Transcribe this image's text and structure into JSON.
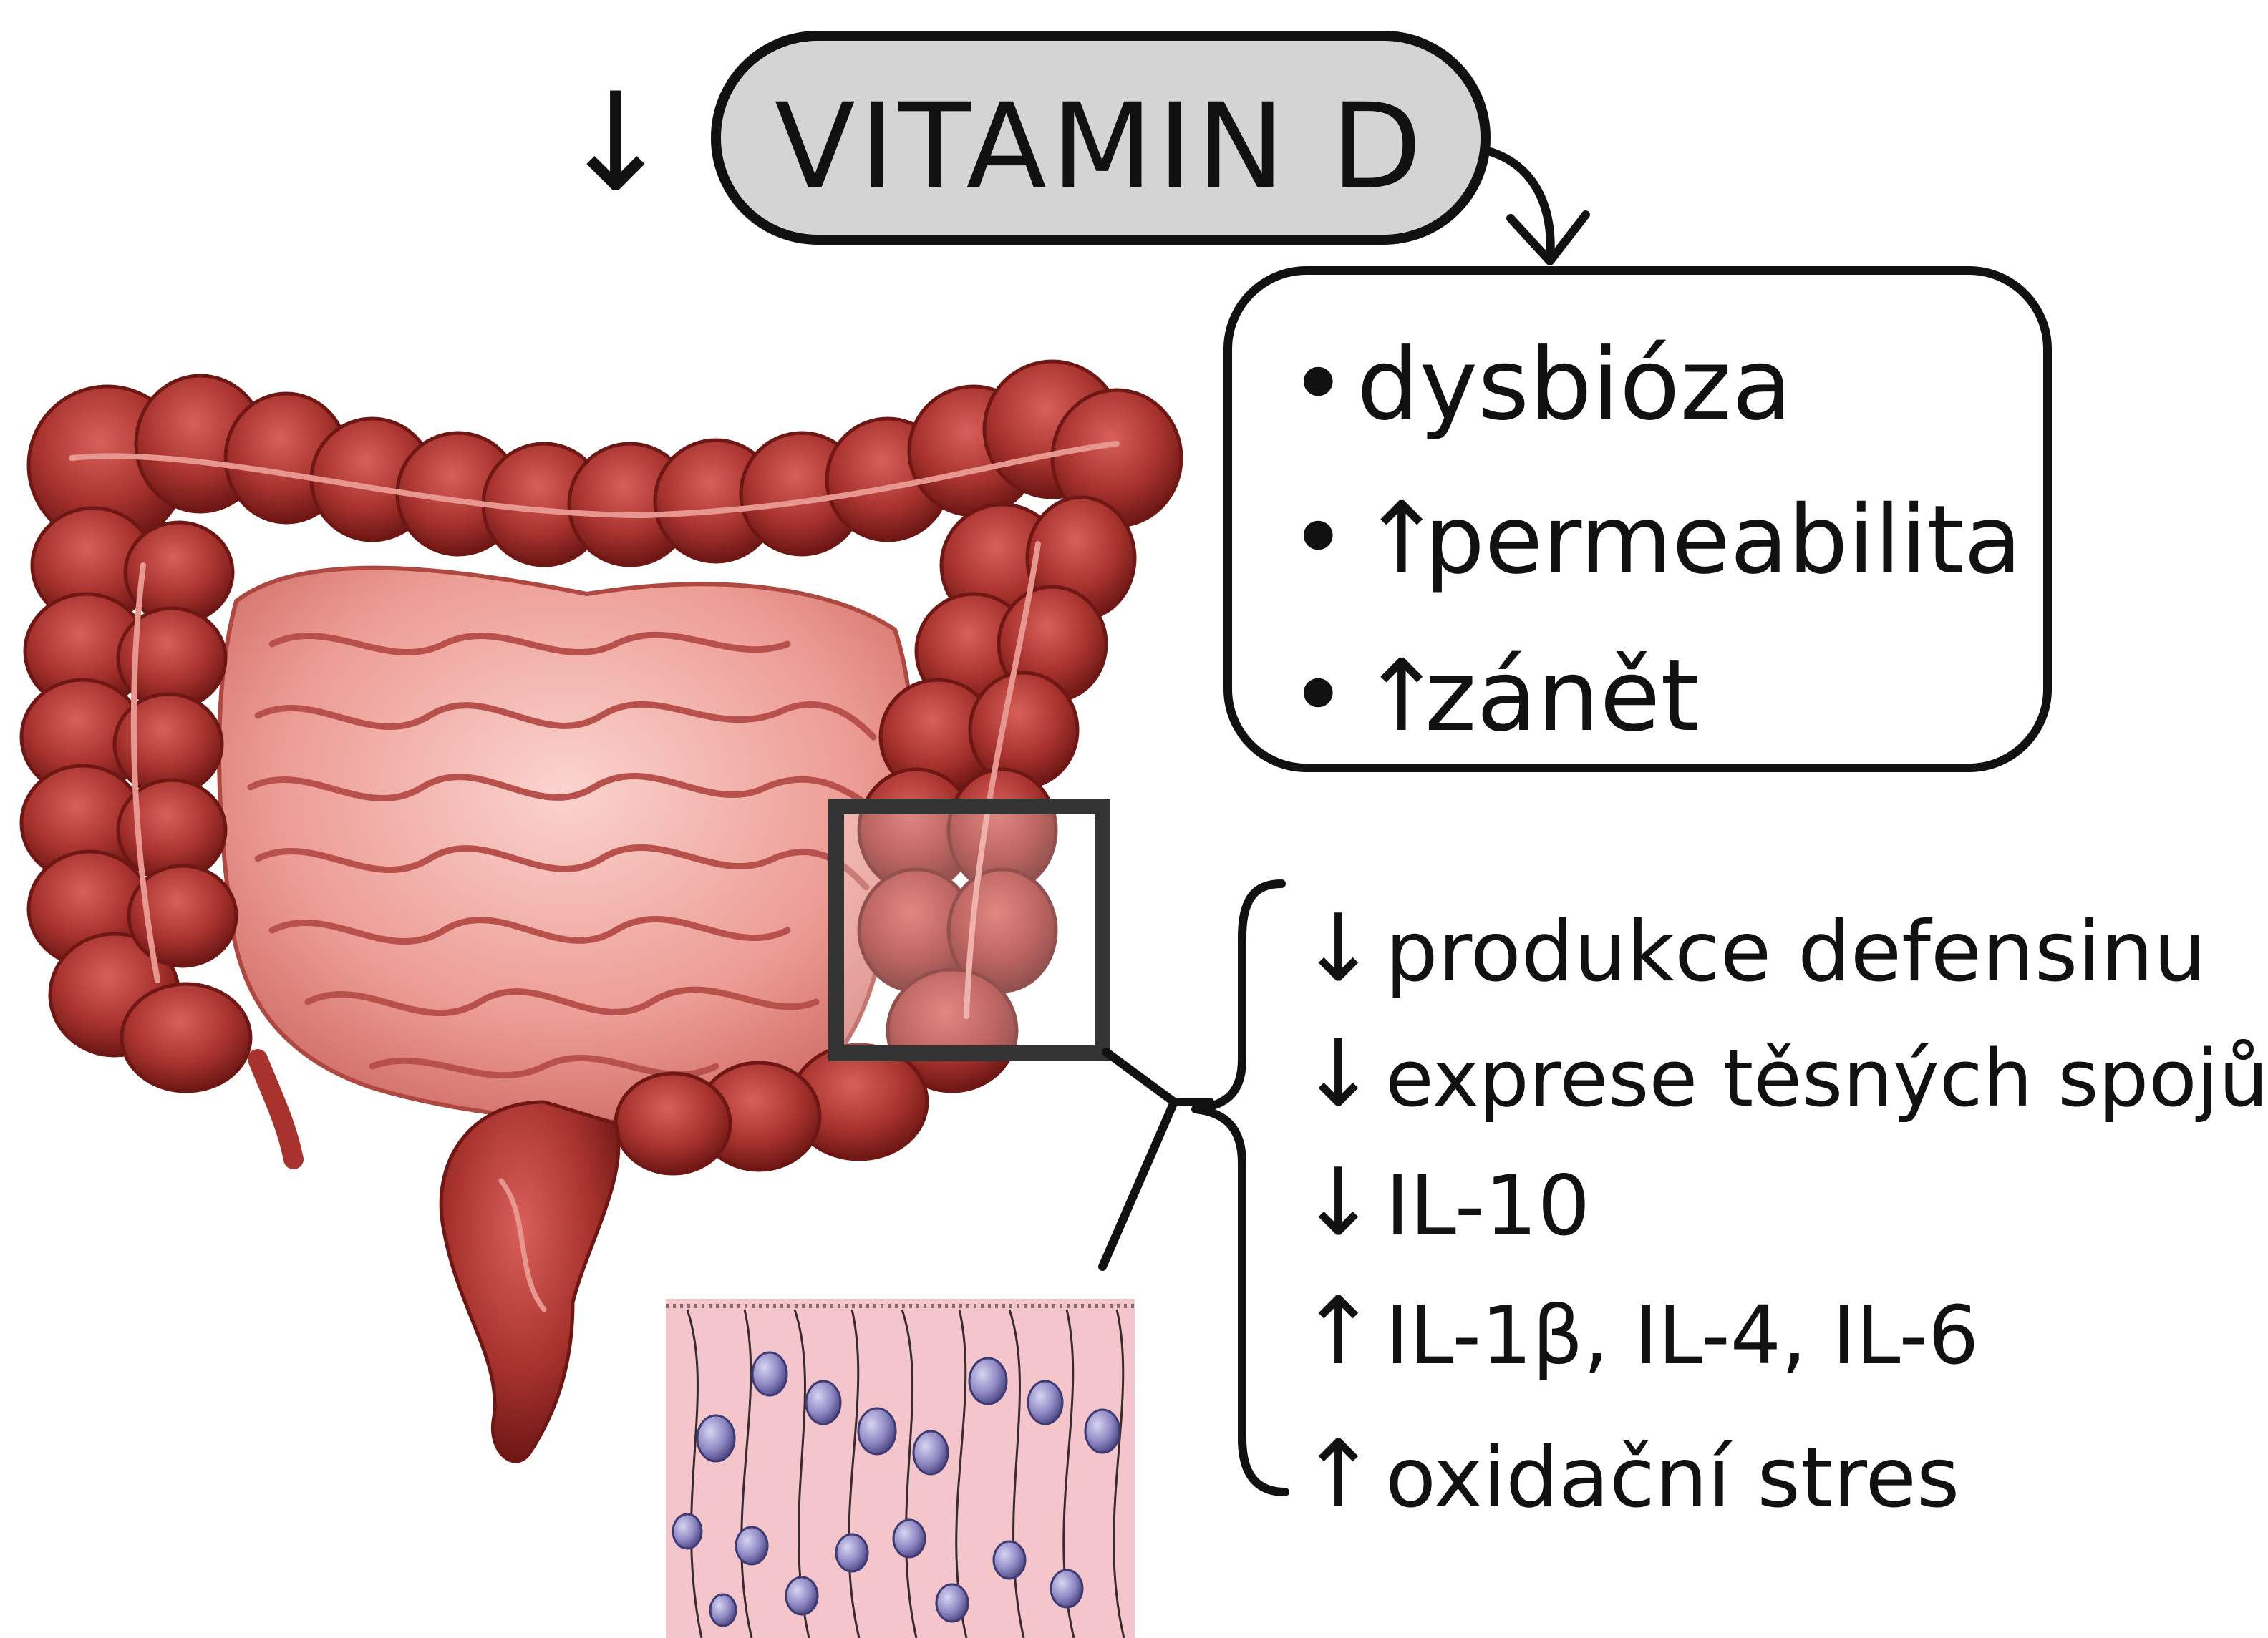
{
  "title": {
    "arrow": "↓",
    "label": "VITAMIN D"
  },
  "effects_box": {
    "items": [
      {
        "bullet": "•",
        "arrow": "",
        "text": "dysbióza"
      },
      {
        "bullet": "•",
        "arrow": "↑",
        "text": "permeabilita"
      },
      {
        "bullet": "•",
        "arrow": "↑",
        "text": "zánět"
      }
    ]
  },
  "mechanisms": [
    {
      "arrow": "↓",
      "text": "produkce defensinu"
    },
    {
      "arrow": "↓",
      "text": "exprese těsných spojů"
    },
    {
      "arrow": "↓",
      "text": "IL-10"
    },
    {
      "arrow": "↑",
      "text": "IL-1β, IL-4, IL-6"
    },
    {
      "arrow": "↑",
      "text": "oxidační stres"
    }
  ],
  "colors": {
    "colon": "#a8332e",
    "colon_dark": "#7a1a18",
    "small_intestine": "#e88e86",
    "pill_fill": "#d4d4d4",
    "tissue": "#f4c6cc",
    "nucleus": "#8c87c2",
    "ink": "#111111"
  }
}
